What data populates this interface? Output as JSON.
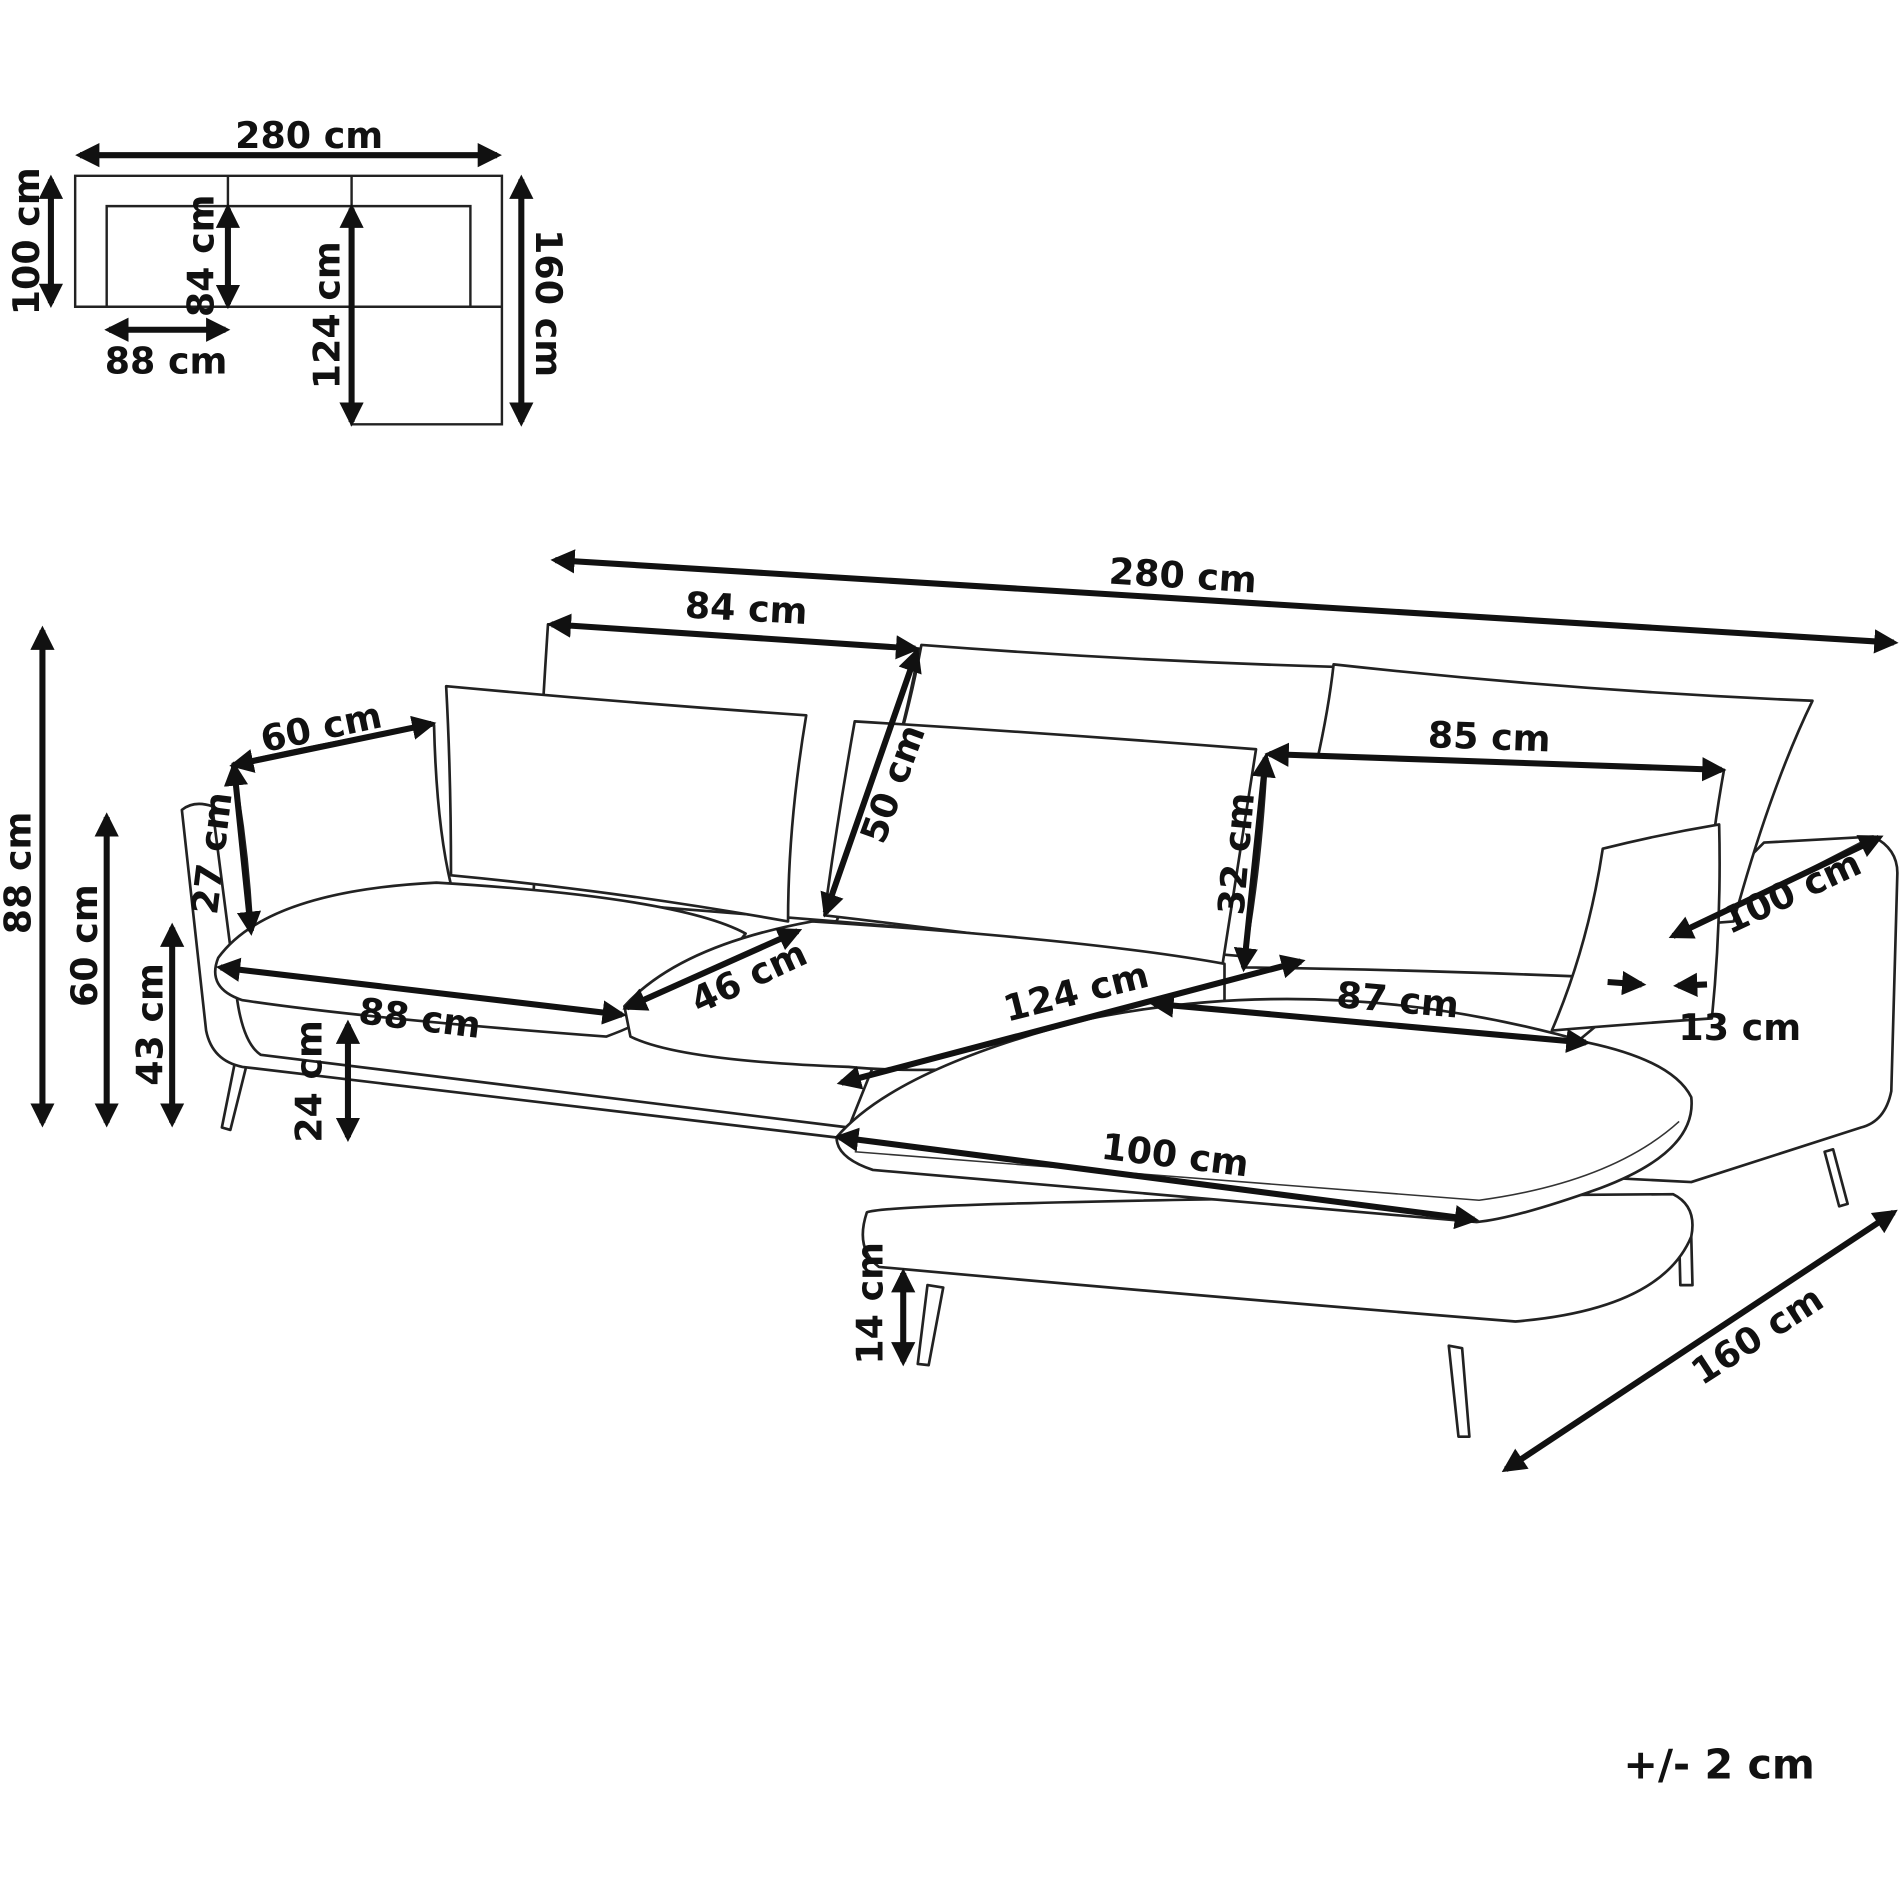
{
  "plan_view": {
    "total_width": "280 cm",
    "depth": "100 cm",
    "seat_depth": "84 cm",
    "armless_seat_width": "88 cm",
    "chaise_length": "124 cm",
    "total_depth": "160 cm"
  },
  "perspective_view": {
    "total_width": "280 cm",
    "back_cushion_width": "84 cm",
    "small_cushion_width": "60 cm",
    "small_cushion_height": "27 cm",
    "back_cushion_height": "50 cm",
    "seat_cushion_width": "88 cm",
    "seat_depth": "46 cm",
    "large_cushion_height": "32 cm",
    "large_cushion_width": "85 cm",
    "chaise_seat_length": "124 cm",
    "chaise_seat_width": "87 cm",
    "chaise_width": "100 cm",
    "armrest_width": "13 cm",
    "total_height": "88 cm",
    "armrest_height": "60 cm",
    "seat_height": "43 cm",
    "leg_height_main": "24 cm",
    "chaise_front_width": "100 cm",
    "leg_height_chaise": "14 cm",
    "chaise_total_depth": "160 cm"
  },
  "tolerance": "+/- 2 cm"
}
